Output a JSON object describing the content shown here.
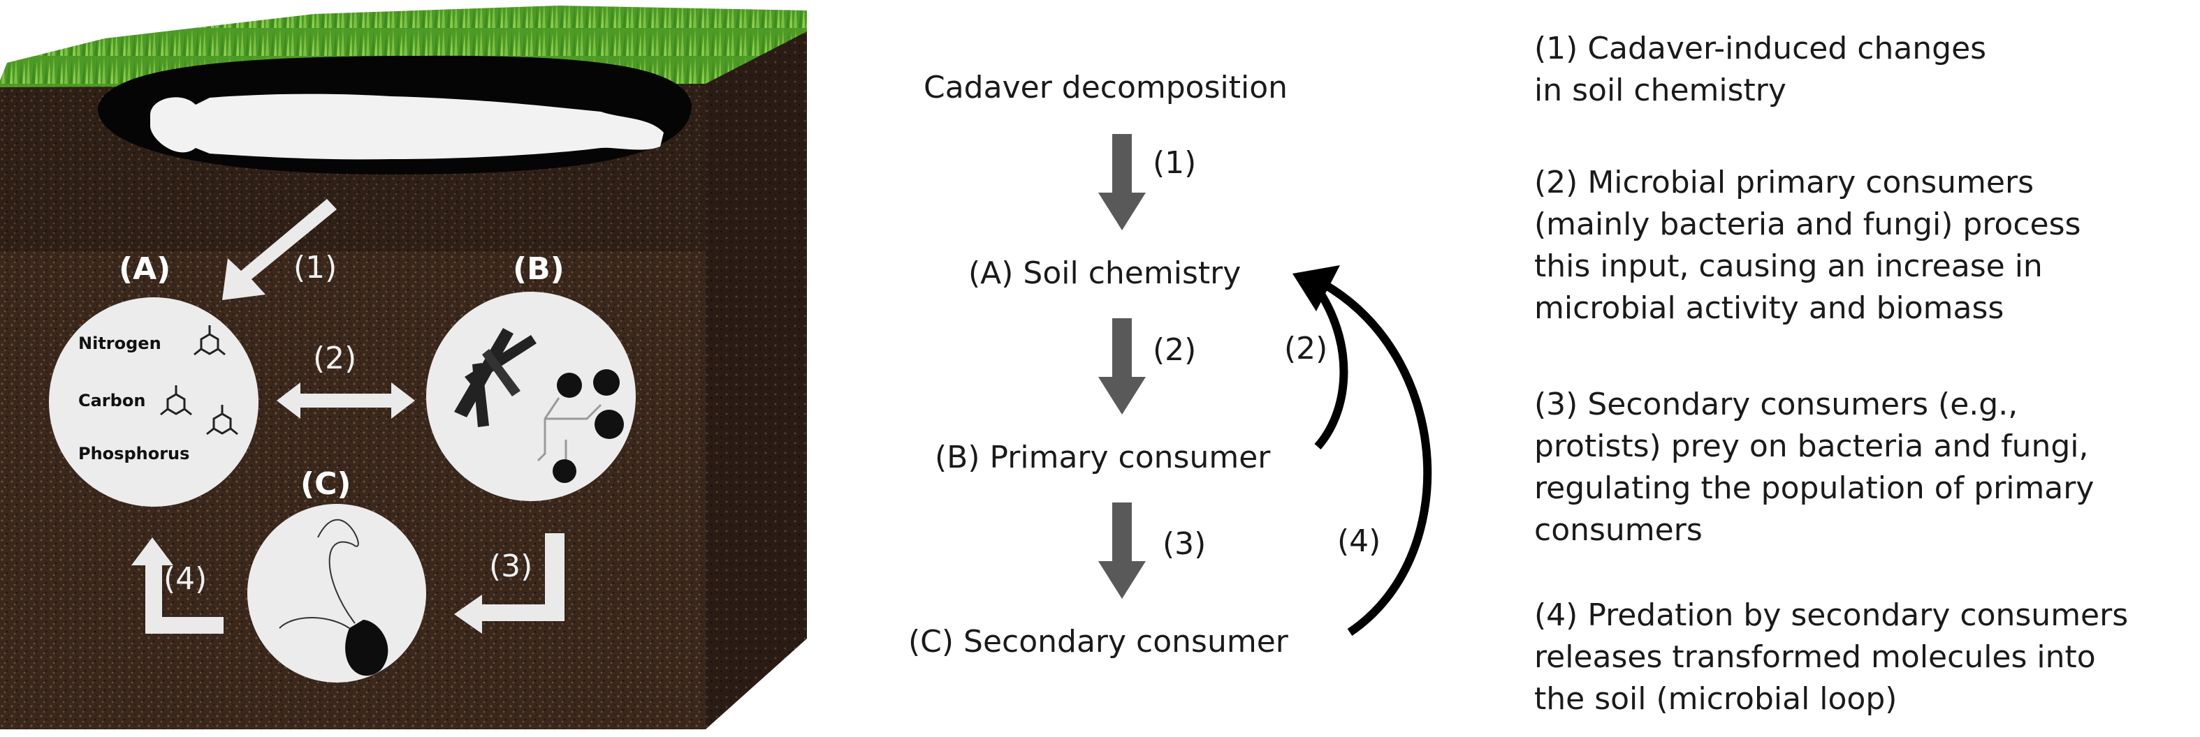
{
  "soil_panel": {
    "label_a": "(A)",
    "label_b": "(B)",
    "label_c": "(C)",
    "arrow_1": "(1)",
    "arrow_2": "(2)",
    "arrow_3": "(3)",
    "arrow_4": "(4)",
    "nitrogen": "Nitrogen",
    "carbon": "Carbon",
    "phosphorus": "Phosphorus"
  },
  "flow": {
    "top": "Cadaver decomposition",
    "step_1": "(1)",
    "node_a": "(A) Soil chemistry",
    "step_2": "(2)",
    "node_b": "(B) Primary consumer",
    "step_3": "(3)",
    "node_c": "(C) Secondary consumer",
    "loop_2": "(2)",
    "loop_4": "(4)"
  },
  "notes": [
    {
      "lines": [
        "(1) Cadaver-induced changes",
        "in soil chemistry"
      ]
    },
    {
      "lines": [
        "(2) Microbial primary consumers",
        "(mainly bacteria and fungi) process",
        "this input, causing an increase in",
        "microbial activity and biomass"
      ]
    },
    {
      "lines": [
        "(3) Secondary consumers (e.g.,",
        "protists) prey on bacteria and fungi,",
        "regulating the population of primary",
        "consumers"
      ]
    },
    {
      "lines": [
        "(4) Predation by secondary consumers",
        "releases transformed molecules into",
        "the soil (microbial loop)"
      ]
    }
  ],
  "colors": {
    "soil_dark": "#2b1d15",
    "soil_mid": "#4a3426",
    "grass": "#5aa52c",
    "circle": "#eeeeee",
    "arrow_light": "#e8e8e8",
    "arrow_dark": "#595959"
  }
}
